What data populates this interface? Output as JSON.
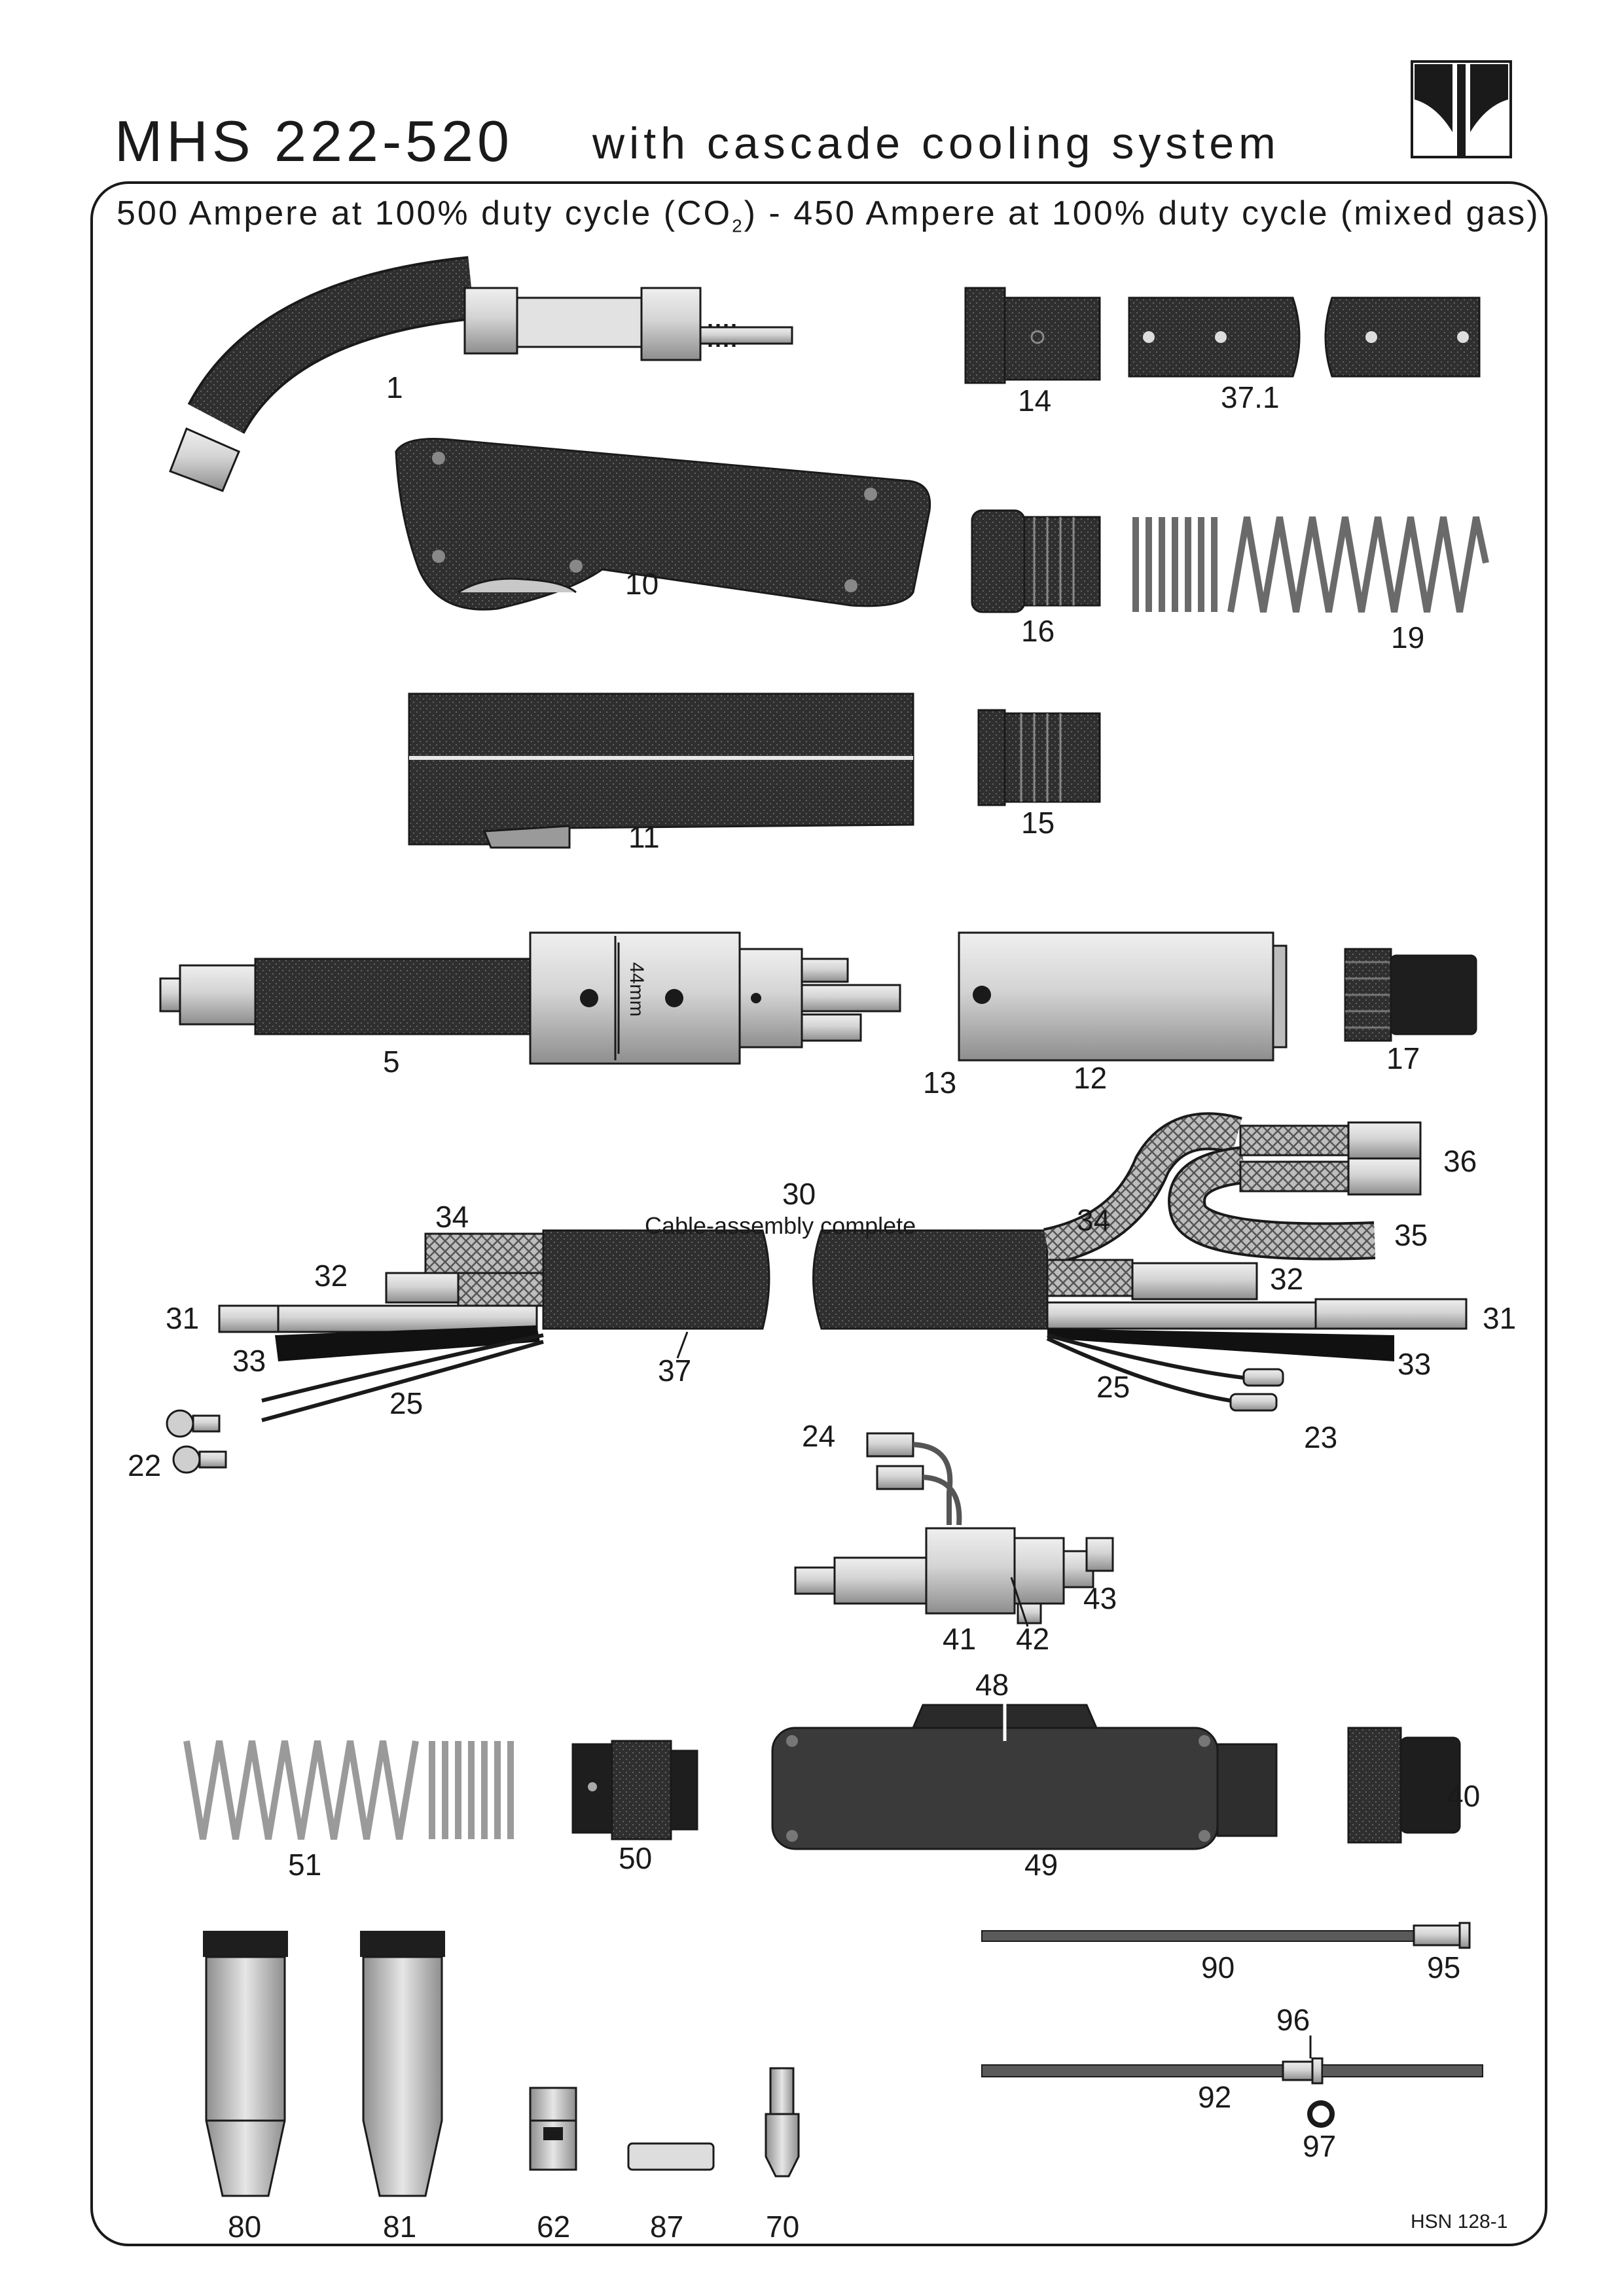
{
  "header": {
    "title": "MHS 222-520",
    "subtitle": "with cascade cooling system"
  },
  "rating": {
    "part1": "500 Ampere at 100% duty cycle (CO",
    "sub": "2",
    "part2": ") - 450 Ampere at 100% duty cycle (mixed gas)"
  },
  "labels": {
    "l1": "1",
    "l10": "10",
    "l11": "11",
    "l5": "5",
    "l14": "14",
    "l37_1": "37.1",
    "l16": "16",
    "l19": "19",
    "l15": "15",
    "l12": "12",
    "l13": "13",
    "l17": "17",
    "dim": "44mm",
    "l30": "30",
    "cable": "Cable-assembly complete",
    "l34a": "34",
    "l34b": "34",
    "l36": "36",
    "l35": "35",
    "l32a": "32",
    "l32b": "32",
    "l31a": "31",
    "l31b": "31",
    "l33a": "33",
    "l33b": "33",
    "l37": "37",
    "l25a": "25",
    "l25b": "25",
    "l22": "22",
    "l23": "23",
    "l24": "24",
    "l41": "41",
    "l42": "42",
    "l43": "43",
    "l48": "48",
    "l51": "51",
    "l50": "50",
    "l49": "49",
    "l40": "40",
    "l90": "90",
    "l95": "95",
    "l96": "96",
    "l92": "92",
    "l97": "97",
    "l80": "80",
    "l81": "81",
    "l62": "62",
    "l87": "87",
    "l70": "70"
  },
  "doc_code": "HSN 128-1",
  "colors": {
    "ink": "#1a1a1a",
    "dark_part": "#2f2f2f",
    "metal": "#d2d2d2",
    "metal_shadow": "#8f8f8f"
  }
}
